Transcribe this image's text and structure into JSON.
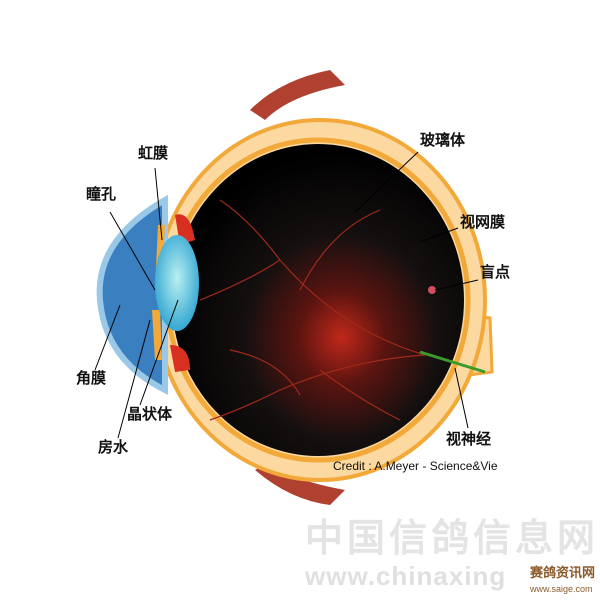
{
  "labels": {
    "iris": "虹膜",
    "pupil": "瞳孔",
    "vitreous": "玻璃体",
    "retina": "视网膜",
    "blind_spot": "盲点",
    "cornea": "角膜",
    "lens": "晶状体",
    "aqueous": "房水",
    "optic_nerve": "视神经"
  },
  "credit": "Credit : A.Meyer - Science&Vie",
  "watermark": {
    "site_name": "中国信鸽信息网",
    "site_url": "www.chinaxing",
    "logo_name": "赛鸽资讯网",
    "logo_url": "www.saige.com"
  },
  "colors": {
    "sclera": "#fbd9a0",
    "choroid": "#f2a93a",
    "interior": "#000000",
    "lens": "#5ac8e0",
    "cornea": "#3a7fc0",
    "optic_nerve": "#3a9a2a"
  }
}
